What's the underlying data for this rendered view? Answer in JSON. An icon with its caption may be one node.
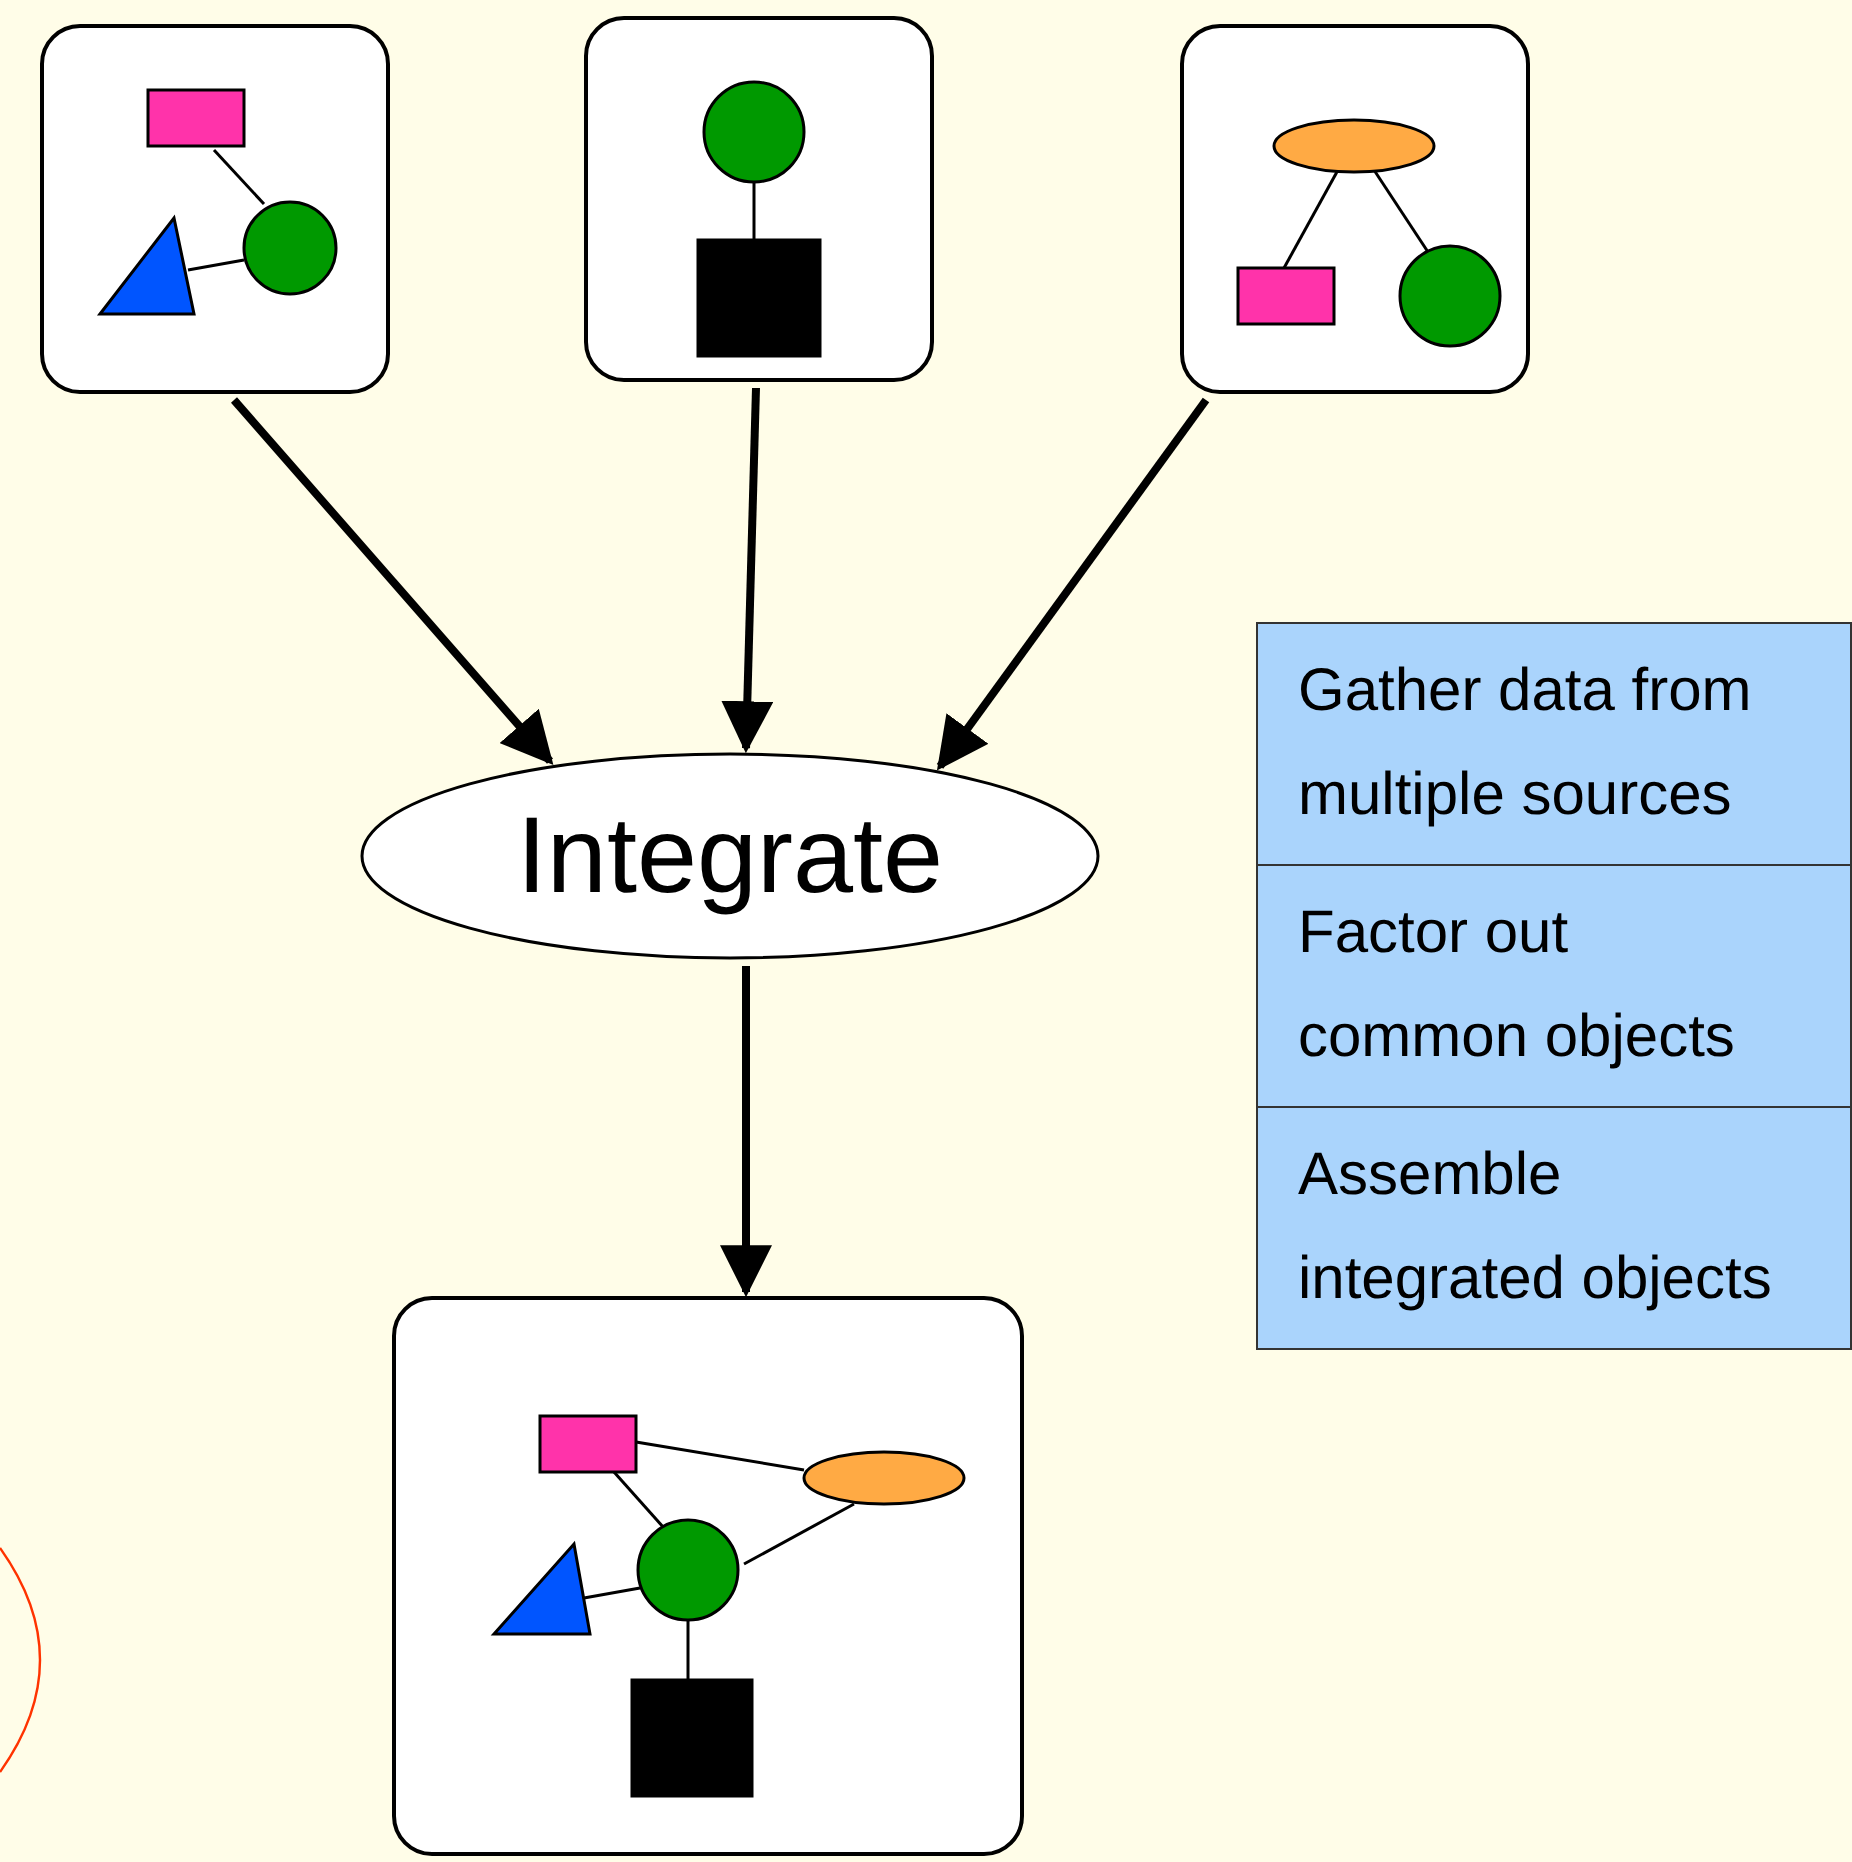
{
  "diagram": {
    "nodes": [
      {
        "text": [],
        "shape": "box"
      },
      {
        "text": [],
        "shape": "box"
      },
      {
        "text": [],
        "shape": "box"
      },
      {
        "text": [
          "Integrate"
        ]
      },
      {
        "text": [],
        "shape": "box"
      },
      {
        "text": [
          "Gather data from multiple sources"
        ]
      },
      {
        "text": [
          "Factor out common objects"
        ]
      },
      {
        "text": [
          "Assemble integrated objects"
        ]
      }
    ],
    "edges": [
      {
        "from": 0,
        "to": 3,
        "arrow": "to"
      },
      {
        "from": 1,
        "to": 3,
        "arrow": "to"
      },
      {
        "from": 2,
        "to": 3,
        "arrow": "to"
      },
      {
        "from": 3,
        "to": 4,
        "arrow": "to"
      }
    ]
  }
}
